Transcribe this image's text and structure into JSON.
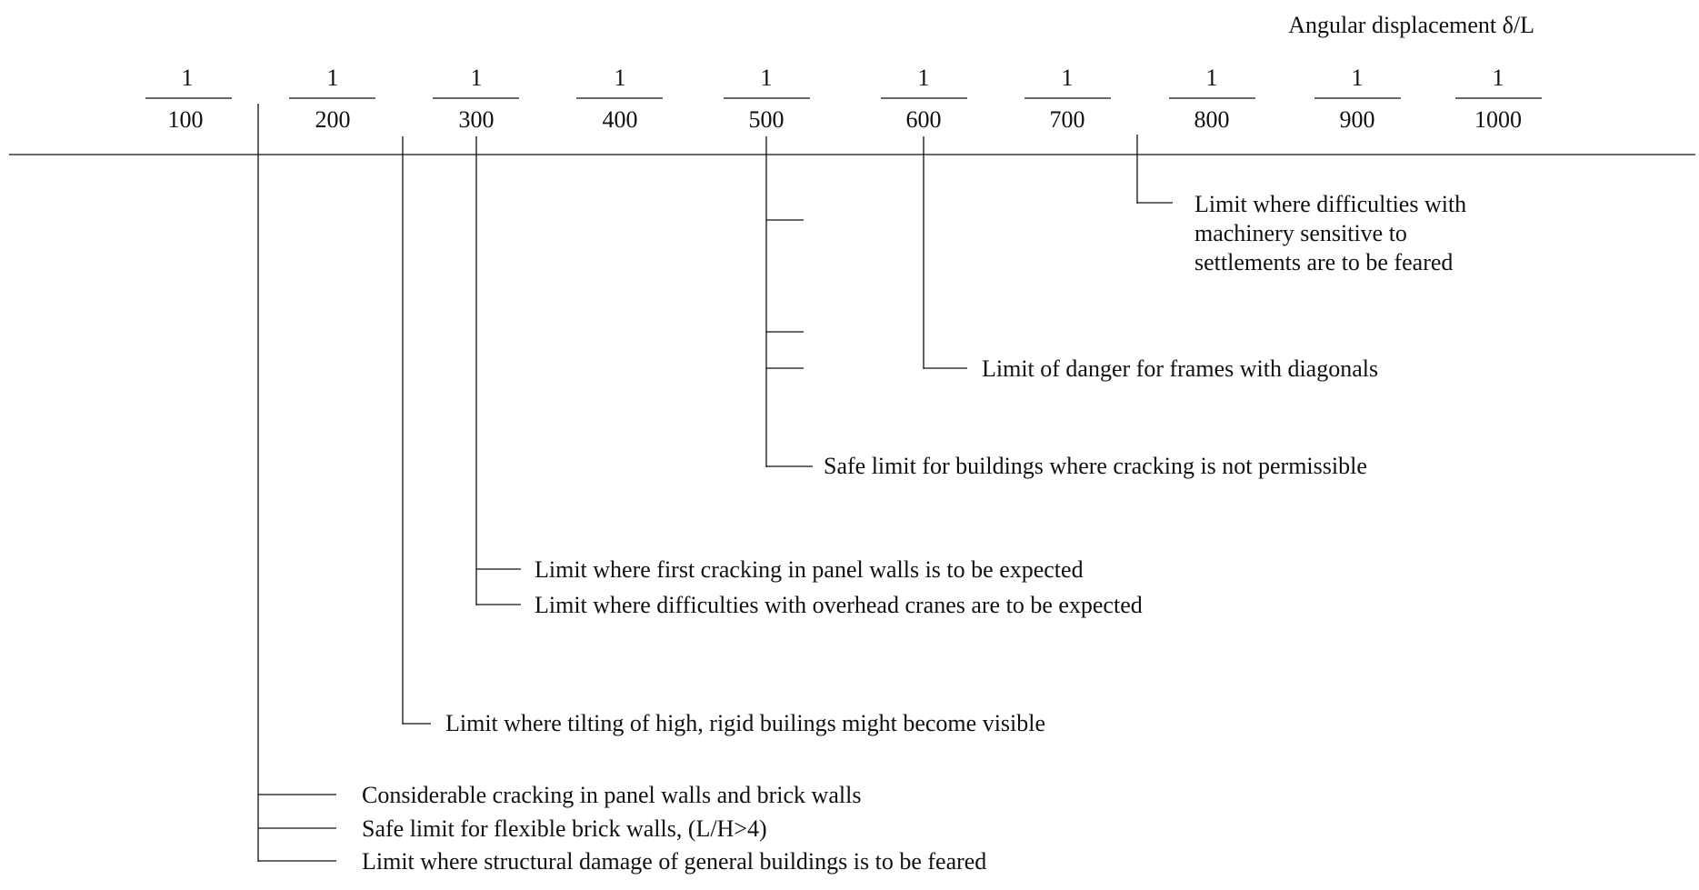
{
  "axis_title": "Angular displacement  δ/L",
  "ticks": [
    {
      "numerator": "1",
      "denominator": "100"
    },
    {
      "numerator": "1",
      "denominator": "200"
    },
    {
      "numerator": "1",
      "denominator": "300"
    },
    {
      "numerator": "1",
      "denominator": "400"
    },
    {
      "numerator": "1",
      "denominator": "500"
    },
    {
      "numerator": "1",
      "denominator": "600"
    },
    {
      "numerator": "1",
      "denominator": "700"
    },
    {
      "numerator": "1",
      "denominator": "800"
    },
    {
      "numerator": "1",
      "denominator": "900"
    },
    {
      "numerator": "1",
      "denominator": "1000"
    }
  ],
  "limits": {
    "machinery": {
      "line1": "Limit where difficulties with",
      "line2": "machinery sensitive to",
      "line3": "settlements are to be feared"
    },
    "frames_diagonals": "Limit of danger for frames with diagonals",
    "safe_no_cracking": "Safe limit for buildings where cracking is not permissible",
    "first_cracking": "Limit where first cracking in panel walls is to be expected",
    "overhead_cranes": "Limit where difficulties with overhead cranes are to be expected",
    "tilting": "Limit where tilting of high, rigid builings might become visible",
    "considerable_cracking": "Considerable cracking in panel walls and brick walls",
    "flexible_brick": "Safe limit for flexible brick walls, (L/H>4)",
    "structural_damage": "Limit where structural damage of general buildings is to be feared"
  },
  "colors": {
    "ink": "#111111",
    "background": "#ffffff"
  }
}
